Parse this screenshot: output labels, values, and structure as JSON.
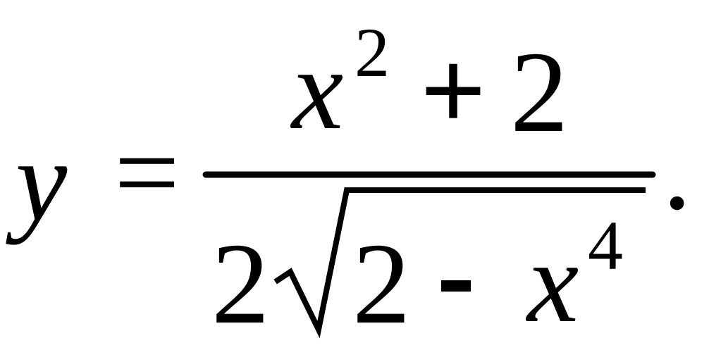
{
  "formula": {
    "lhs_variable": "y",
    "equals": "=",
    "numerator": {
      "base": "x",
      "exponent": "2",
      "operator": "+",
      "constant": "2"
    },
    "denominator": {
      "coefficient": "2",
      "radicand_constant": "2",
      "operator": "-",
      "base": "x",
      "exponent": "4"
    },
    "terminal_punctuation": "."
  }
}
